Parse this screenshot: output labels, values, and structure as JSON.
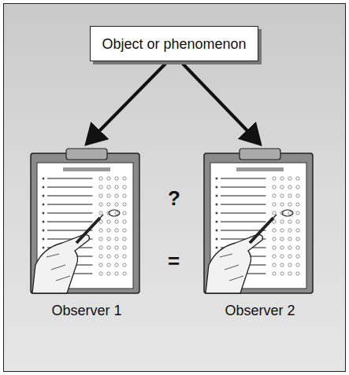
{
  "diagram": {
    "nodes": [
      {
        "text": [
          "Object or phenomenon"
        ]
      },
      {
        "text": [
          "Observer 1"
        ]
      },
      {
        "text": [
          "Observer 2"
        ]
      }
    ],
    "edges": [
      {
        "from": 0,
        "to": 1,
        "arrow": "to"
      },
      {
        "from": 0,
        "to": 2,
        "arrow": "to"
      }
    ],
    "labels": [
      "?",
      "="
    ]
  }
}
